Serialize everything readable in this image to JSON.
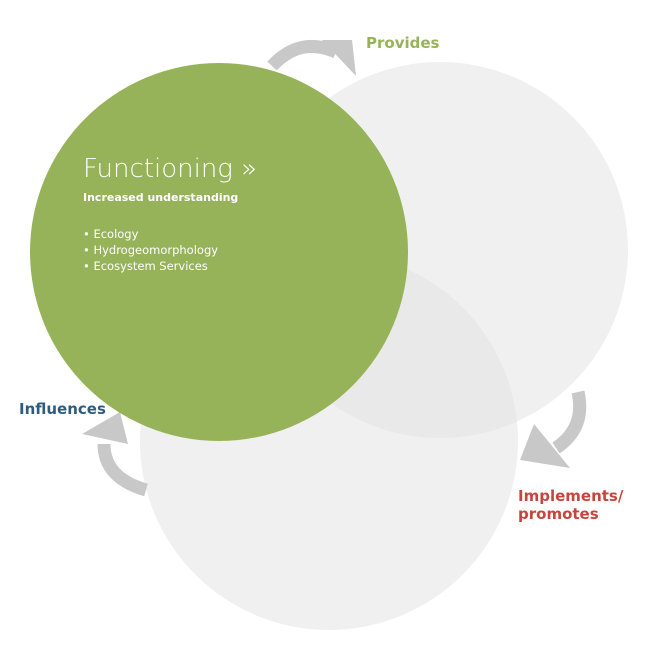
{
  "diagram": {
    "main_circle": {
      "title": "Functioning »",
      "subtitle": "Increased understanding",
      "bullets": [
        "Ecology",
        "Hydrogeomorphology",
        "Ecosystem Services"
      ]
    },
    "arrows": {
      "provides": "Provides",
      "influences": "Influences",
      "implements": "Implements/ promotes"
    },
    "colors": {
      "green": "#97b359",
      "light_circle": "#f0f0f0",
      "arrow": "#c8c8c8",
      "provides_text": "#97b359",
      "influences_text": "#2e5c7e",
      "implements_text": "#c8453f"
    }
  }
}
